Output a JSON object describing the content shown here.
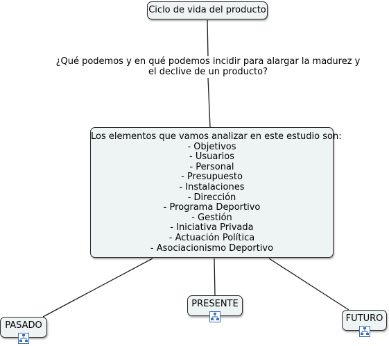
{
  "concept_map": {
    "title_node": "Ciclo de vida del producto",
    "linking_phrase": [
      "¿Qué podemos y en qué podemos incidir para alargar la madurez y",
      "el declive de un producto?"
    ],
    "main_node": [
      "Los elementos que vamos analizar en este estudio son:",
      "- Objetivos",
      "- Usuarios",
      "- Personal",
      "- Presupuesto",
      "- Instalaciones",
      "- Dirección",
      "- Programa Deportivo",
      "- Gestión",
      "- Iniciativa Privada",
      "- Actuación Política",
      "- Asociacionismo Deportivo"
    ],
    "phases": {
      "pasado": "PASADO",
      "presente": "PRESENTE",
      "futuro": "FUTURO"
    },
    "node_icon": "concept-map-link-icon",
    "colors": {
      "node_fill": "#eef3f3",
      "node_border": "#2b2b2b",
      "connector": "#1a1a1a",
      "icon_blue": "#3b6fb6"
    }
  }
}
